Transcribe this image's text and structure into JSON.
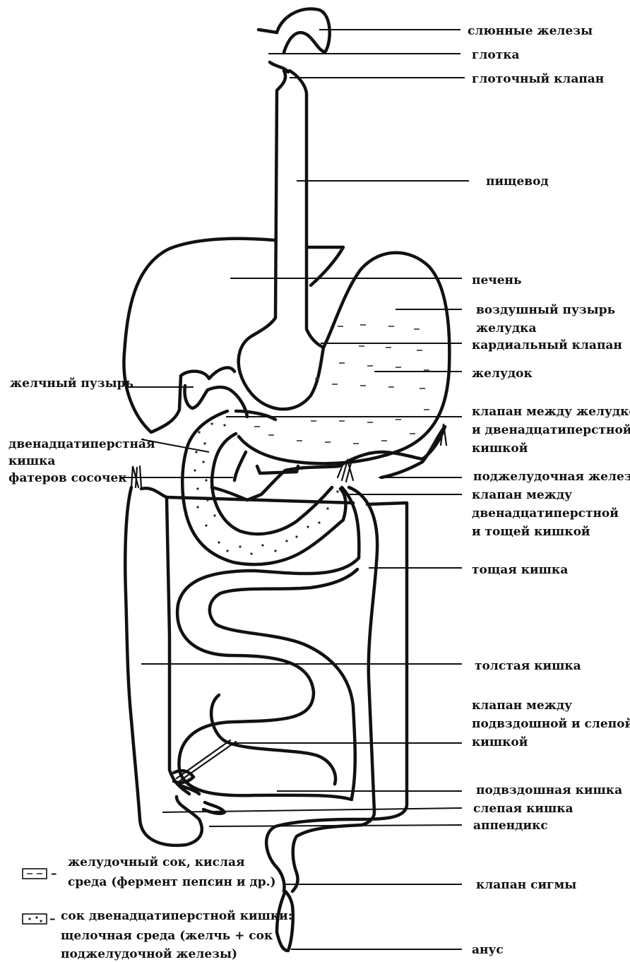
{
  "labels": {
    "salivary_glands": "слюнные железы",
    "pharynx": "глотка",
    "pharyngeal_valve": "глоточный клапан",
    "esophagus": "пищевод",
    "liver": "печень",
    "air_bubble_line1": "воздушный пузырь",
    "air_bubble_line2": "желудка",
    "cardiac_valve": "кардиальный клапан",
    "stomach": "желудок",
    "gallbladder": "желчный  пузырь",
    "pyloric_line1": "клапан между желудком",
    "pyloric_line2": "и двенадцатиперстной",
    "pyloric_line3": "кишкой",
    "duodenum_line1": "двенадцатиперстная",
    "duodenum_line2": "кишка",
    "vater_papilla": "фатеров сосочек",
    "pancreas": "поджелудочная железа",
    "duodenojejunal_line1": "клапан между",
    "duodenojejunal_line2": "двенадцатиперстной",
    "duodenojejunal_line3": "и тощей кишкой",
    "jejunum": "тощая кишка",
    "colon": "толстая кишка",
    "ileocecal_line1": "клапан между",
    "ileocecal_line2": "подвздошной и слепой",
    "ileocecal_line3": "кишкой",
    "ileum": "подвздошная кишка",
    "cecum": "слепая кишка",
    "appendix": "аппендикс",
    "sigmoid_valve": "клапан сигмы",
    "anus": "анус"
  },
  "legend": {
    "gastric_line1": "желудочный сок, кислая",
    "gastric_line2": "среда (фермент пепсин и др.)",
    "duodenal_line1": "сок двенадцатиперстной кишки:",
    "duodenal_line2": "щелочная среда (желчь + сок",
    "duodenal_line3": "поджелудочной железы)",
    "dash_separator": "–",
    "dash_separator2": "–"
  }
}
